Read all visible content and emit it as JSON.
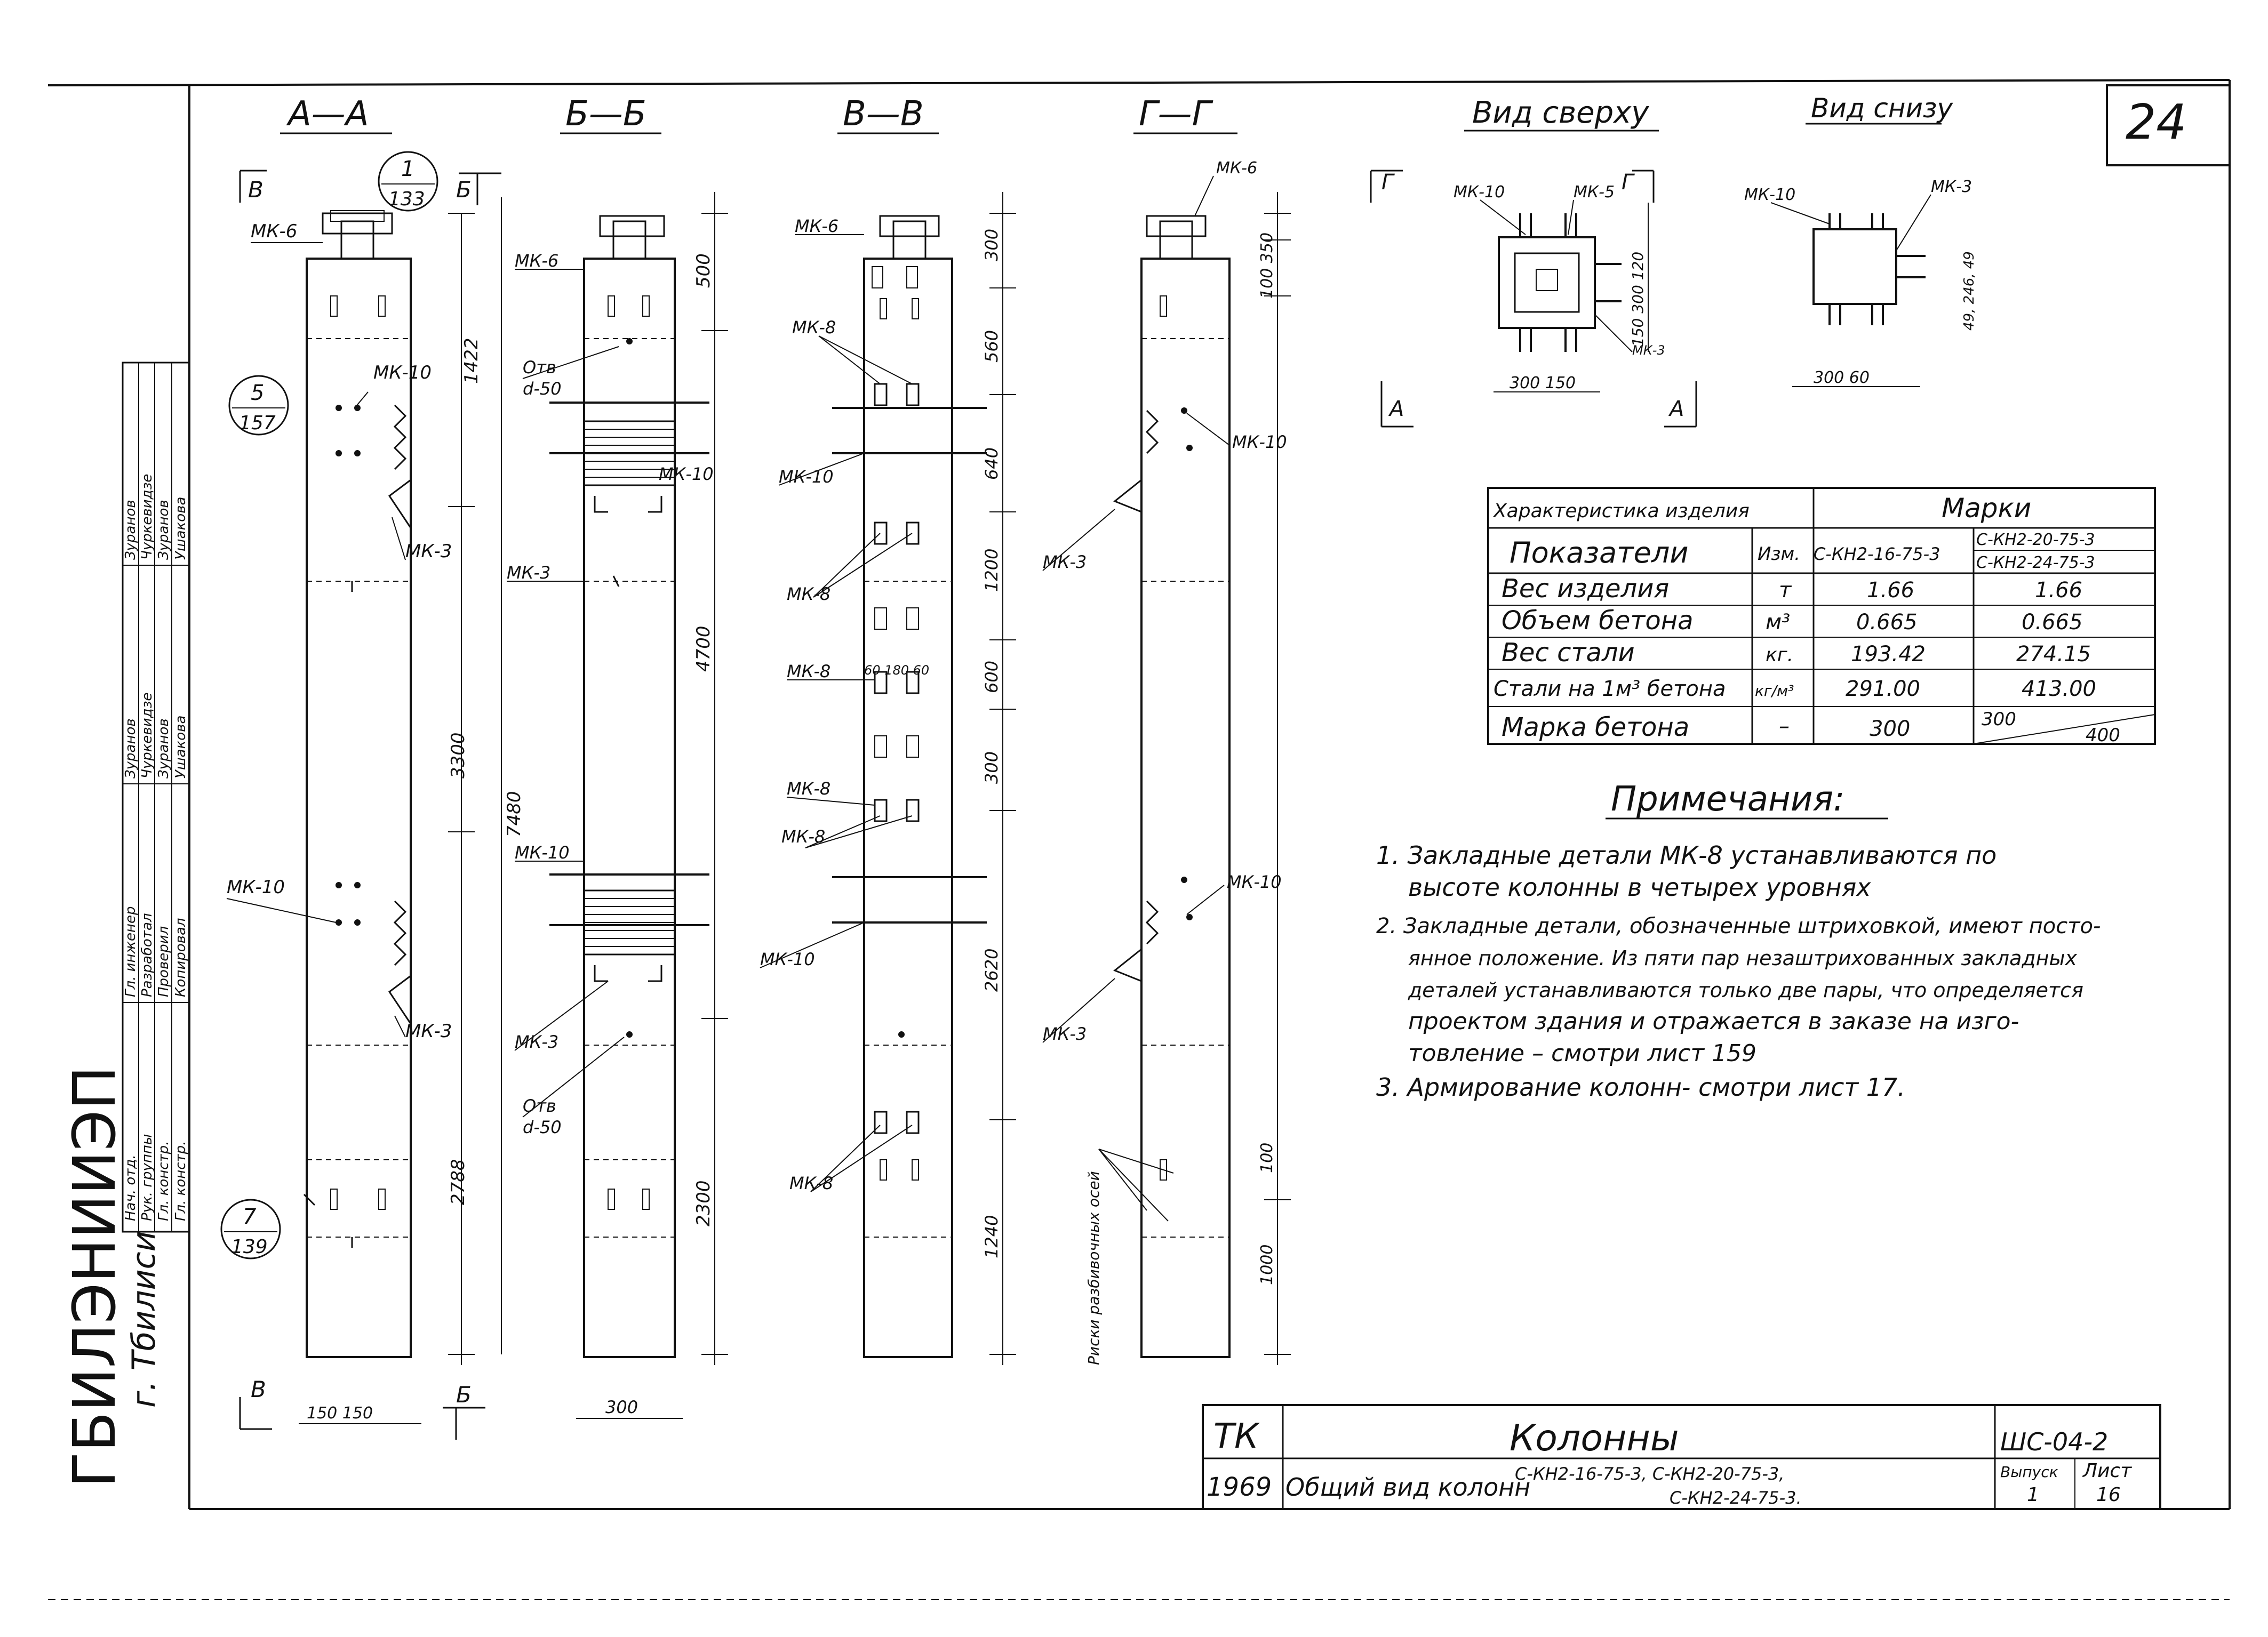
{
  "sheet": {
    "page_number": "24",
    "designer_stamp": "ГБИЛЭНИИЭП",
    "designer_city": "г. Тбилиси"
  },
  "sections": {
    "aa": "А—А",
    "bb": "Б—Б",
    "vv": "В—В",
    "gg": "Г—Г",
    "top_view": "Вид сверху",
    "bottom_view": "Вид снизу"
  },
  "callouts": {
    "c1": {
      "num": "1",
      "sheet": "133"
    },
    "c5": {
      "num": "5",
      "sheet": "157"
    },
    "c7": {
      "num": "7",
      "sheet": "139"
    }
  },
  "marks": {
    "mk6": "МК-6",
    "mk10": "МК-10",
    "mk3": "МК-3",
    "mk8": "МК-8",
    "mk5": "МК-5",
    "otv50": "Отв",
    "otv50_d": "d-50",
    "cut_a": "А",
    "cut_b": "Б",
    "cut_v": "В",
    "cut_g": "Г",
    "rings_note": "Риски разбивочных осей"
  },
  "dimensions": {
    "aa_1422": "1422",
    "aa_3300": "3300",
    "aa_2788": "2788",
    "aa_7480": "7480",
    "aa_w": "150 150",
    "bb_500": "500",
    "bb_4700": "4700",
    "bb_2300": "2300",
    "bb_300": "300",
    "vv_300": "300",
    "vv_560": "560",
    "vv_640": "640",
    "vv_1200": "1200",
    "vv_600": "600",
    "vv_300b": "300",
    "vv_2620": "2620",
    "vv_1240": "1240",
    "vv_60": "60 180 60",
    "gg_100_350": "100 350",
    "gg_100": "100",
    "gg_1000": "1000",
    "top_300_150": "300 150",
    "top_150_300_120": "150 300 120",
    "bot_300_60": "300 60",
    "bot_49": "49, 246, 49"
  },
  "spec_table": {
    "header_char": "Характеристика изделия",
    "header_marks": "Марки",
    "col_indicators": "Показатели",
    "col_unit": "Изм.",
    "col_m1": "С-КН2-16-75-3",
    "col_m2a": "С-КН2-20-75-3",
    "col_m2b": "С-КН2-24-75-3",
    "rows": [
      {
        "name": "Вес изделия",
        "unit": "т",
        "v1": "1.66",
        "v2": "1.66"
      },
      {
        "name": "Объем бетона",
        "unit": "м³",
        "v1": "0.665",
        "v2": "0.665"
      },
      {
        "name": "Вес стали",
        "unit": "кг.",
        "v1": "193.42",
        "v2": "274.15"
      },
      {
        "name": "Стали на 1м³ бетона",
        "unit": "кг/м³",
        "v1": "291.00",
        "v2": "413.00"
      },
      {
        "name": "Марка бетона",
        "unit": "–",
        "v1": "300",
        "v2": "300",
        "v3": "400"
      }
    ]
  },
  "notes": {
    "title": "Примечания:",
    "n1a": "1. Закладные детали МК-8 устанавливаются по",
    "n1b": "высоте колонны в четырех уровнях",
    "n2a": "2. Закладные детали, обозначенные штриховкой, имеют посто-",
    "n2b": "янное положение. Из пяти пар незаштрихованных закладных",
    "n2c": "деталей устанавливаются только две пары, что определяется",
    "n2d": "проектом здания и отражается в заказе на изго-",
    "n2e": "товление – смотри лист 159",
    "n3": "3. Армирование колонн- смотри лист 17."
  },
  "side_stamp": {
    "rows": [
      [
        "Нач. отд.",
        "Гл. инженер",
        "Зуранов",
        "Зуранов"
      ],
      [
        "Рук. группы",
        "Разработал",
        "Чуркевидзе",
        "Чуркевидзе"
      ],
      [
        "Гл. констр.",
        "Проверил",
        "Зуранов",
        "Зуранов"
      ],
      [
        "Гл. констр.",
        "Копировал",
        "Ушакова",
        "Ушакова"
      ]
    ]
  },
  "title_block": {
    "org": "ТК",
    "title": "Колонны",
    "code": "ШС-04-2",
    "year": "1969",
    "subtitle": "Общий вид колонн",
    "marks_line1": "С-КН2-16-75-3, С-КН2-20-75-3,",
    "marks_line2": "С-КН2-24-75-3.",
    "issue_label": "Выпуск",
    "issue": "1",
    "sheet_label": "Лист",
    "sheet": "16"
  }
}
